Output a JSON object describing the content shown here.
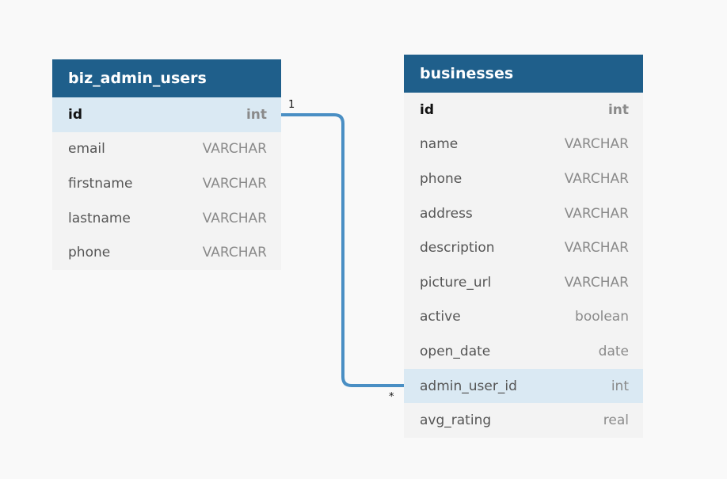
{
  "tables": [
    {
      "name": "biz_admin_users",
      "columns": [
        {
          "name": "id",
          "type": "int"
        },
        {
          "name": "email",
          "type": "VARCHAR"
        },
        {
          "name": "firstname",
          "type": "VARCHAR"
        },
        {
          "name": "lastname",
          "type": "VARCHAR"
        },
        {
          "name": "phone",
          "type": "VARCHAR"
        }
      ]
    },
    {
      "name": "businesses",
      "columns": [
        {
          "name": "id",
          "type": "int"
        },
        {
          "name": "name",
          "type": "VARCHAR"
        },
        {
          "name": "phone",
          "type": "VARCHAR"
        },
        {
          "name": "address",
          "type": "VARCHAR"
        },
        {
          "name": "description",
          "type": "VARCHAR"
        },
        {
          "name": "picture_url",
          "type": "VARCHAR"
        },
        {
          "name": "active",
          "type": "boolean"
        },
        {
          "name": "open_date",
          "type": "date"
        },
        {
          "name": "admin_user_id",
          "type": "int"
        },
        {
          "name": "avg_rating",
          "type": "real"
        }
      ]
    }
  ],
  "relationship": {
    "from_table": "biz_admin_users",
    "from_column": "id",
    "from_cardinality": "1",
    "to_table": "businesses",
    "to_column": "admin_user_id",
    "to_cardinality": "*",
    "line_color": "#4a8fc4"
  },
  "colors": {
    "header": "#1f5f8b",
    "highlight": "#dae9f3",
    "table_body": "#f3f3f3",
    "background": "#f9f9f9"
  }
}
